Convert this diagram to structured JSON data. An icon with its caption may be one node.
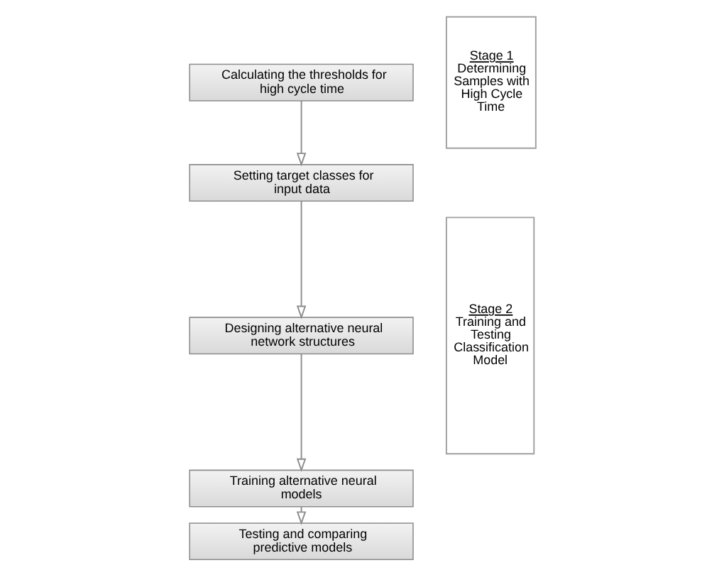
{
  "diagram": {
    "nodes": [
      {
        "text": [
          "Calculating the thresholds for high cycle time"
        ]
      },
      {
        "text": [
          "Setting target classes for input data"
        ]
      },
      {
        "text": [
          "Designing alternative neural network structures"
        ]
      },
      {
        "text": [
          "Training alternative neural models"
        ]
      },
      {
        "text": [
          "Testing and comparing predictive models"
        ]
      },
      {
        "text": [
          "Stage 1",
          "Determining Samples with High Cycle Time"
        ]
      },
      {
        "text": [
          "Stage 2",
          "Training and Testing Classification Model"
        ]
      }
    ],
    "edges": [
      {
        "from": 0,
        "to": 1,
        "arrow": "to"
      },
      {
        "from": 1,
        "to": 2,
        "arrow": "to"
      },
      {
        "from": 2,
        "to": 3,
        "arrow": "to"
      },
      {
        "from": 3,
        "to": 4,
        "arrow": "to"
      }
    ]
  }
}
